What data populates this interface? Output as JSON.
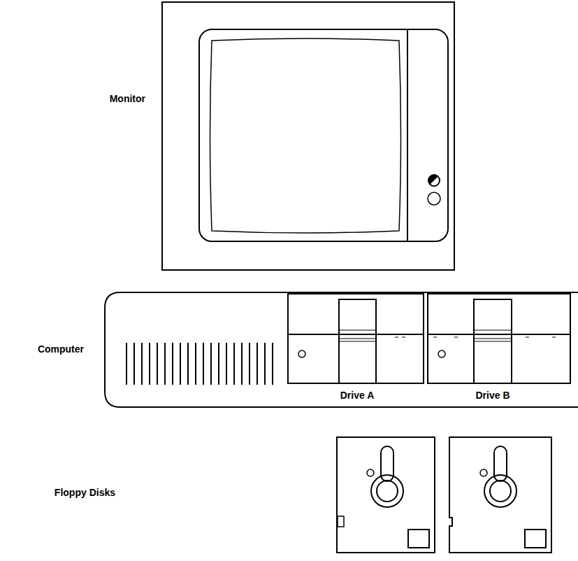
{
  "diagram": {
    "labels": [
      "Monitor",
      "Computer",
      "Drive A",
      "Drive B",
      "Floppy Disks"
    ]
  }
}
